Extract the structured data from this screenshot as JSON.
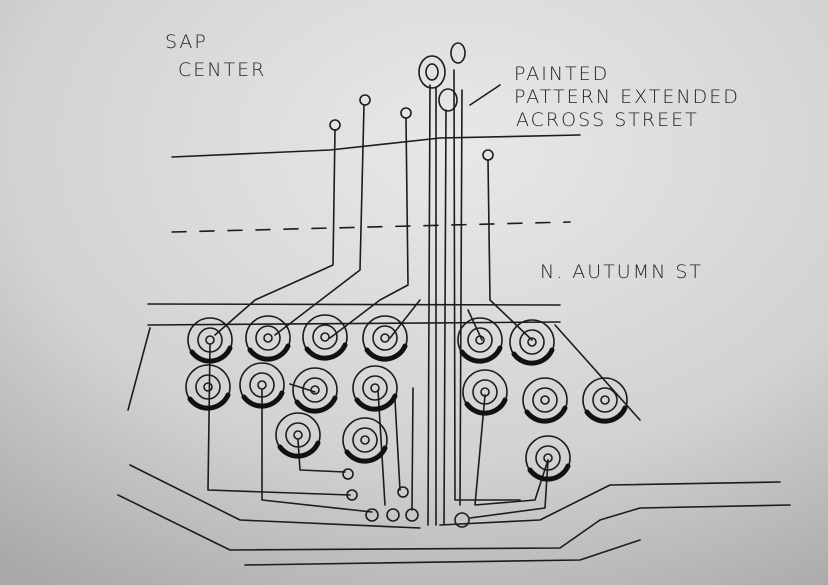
{
  "labels": {
    "venue_line1": "SAP",
    "venue_line2": "CENTER",
    "note_line1": "PAINTED",
    "note_line2": "PATTERN EXTENDED",
    "note_line3": "ACROSS STREET",
    "street": "N. AUTUMN ST"
  },
  "colors": {
    "paper_light": "#e6e6e6",
    "paper_dark": "#a9a9a9",
    "ink": "#1c1c1c"
  }
}
